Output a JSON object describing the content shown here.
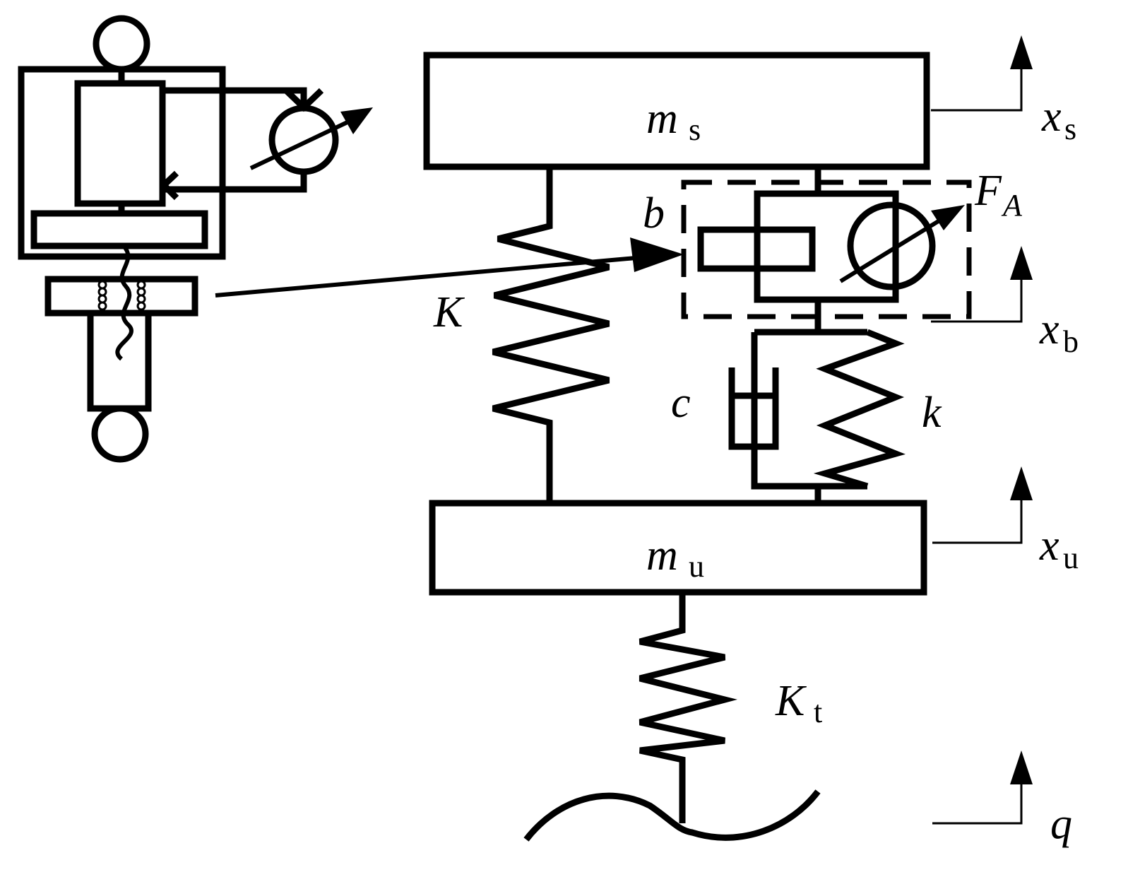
{
  "labels": {
    "sprung_mass": {
      "main": "m",
      "sub": "s"
    },
    "unsprung_mass": {
      "main": "m",
      "sub": "u"
    },
    "spring_K": {
      "main": "K"
    },
    "inerter_b": {
      "main": "b"
    },
    "actuator_force": {
      "main": "F",
      "sub": "A"
    },
    "damper_c": {
      "main": "c"
    },
    "spring_k": {
      "main": "k"
    },
    "tire_spring": {
      "main": "K",
      "sub": "t"
    },
    "disp_xs": {
      "main": "x",
      "sub": "s"
    },
    "disp_xb": {
      "main": "x",
      "sub": "b"
    },
    "disp_xu": {
      "main": "x",
      "sub": "u"
    },
    "road_q": {
      "main": "q"
    }
  }
}
